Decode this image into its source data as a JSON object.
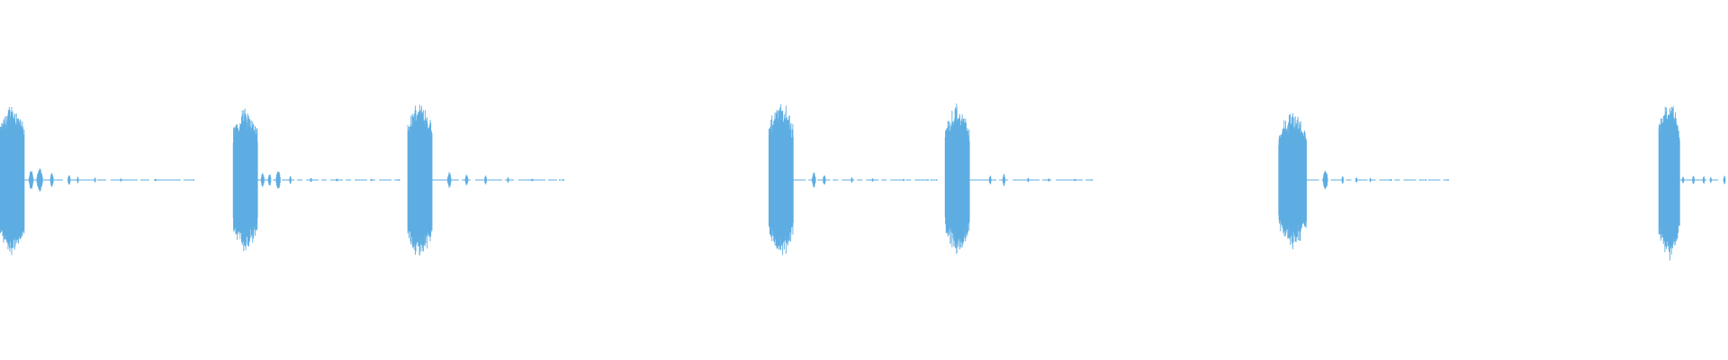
{
  "waveform": {
    "color": "#5DADE2",
    "background": "#ffffff",
    "duration_units": 1000,
    "bursts": [
      {
        "start": 0,
        "main_duration": 14,
        "main_amplitude": 0.92,
        "tail": [
          {
            "t": 18,
            "a": 0.12
          },
          {
            "t": 23,
            "a": 0.16
          },
          {
            "t": 30,
            "a": 0.09
          },
          {
            "t": 40,
            "a": 0.07
          },
          {
            "t": 45,
            "a": 0.04
          },
          {
            "t": 55,
            "a": 0.03
          },
          {
            "t": 70,
            "a": 0.02
          },
          {
            "t": 90,
            "a": 0.015
          },
          {
            "t": 112,
            "a": 0.01
          }
        ]
      },
      {
        "start": 135,
        "main_duration": 14,
        "main_amplitude": 0.88,
        "tail": [
          {
            "t": 17,
            "a": 0.09
          },
          {
            "t": 21,
            "a": 0.08
          },
          {
            "t": 26,
            "a": 0.12
          },
          {
            "t": 33,
            "a": 0.05
          },
          {
            "t": 45,
            "a": 0.03
          },
          {
            "t": 60,
            "a": 0.02
          },
          {
            "t": 80,
            "a": 0.015
          },
          {
            "t": 96,
            "a": 0.01
          }
        ]
      },
      {
        "start": 236,
        "main_duration": 14,
        "main_amplitude": 0.96,
        "tail": [
          {
            "t": 24,
            "a": 0.1
          },
          {
            "t": 34,
            "a": 0.08
          },
          {
            "t": 45,
            "a": 0.06
          },
          {
            "t": 58,
            "a": 0.04
          },
          {
            "t": 72,
            "a": 0.02
          },
          {
            "t": 88,
            "a": 0.01
          },
          {
            "t": 90,
            "a": 0.01
          }
        ]
      },
      {
        "start": 445,
        "main_duration": 14,
        "main_amplitude": 0.94,
        "tail": [
          {
            "t": 26,
            "a": 0.1
          },
          {
            "t": 32,
            "a": 0.07
          },
          {
            "t": 48,
            "a": 0.04
          },
          {
            "t": 60,
            "a": 0.02
          },
          {
            "t": 78,
            "a": 0.015
          },
          {
            "t": 92,
            "a": 0.01
          },
          {
            "t": 97,
            "a": 0.01
          }
        ]
      },
      {
        "start": 547,
        "main_duration": 14,
        "main_amplitude": 0.9,
        "tail": [
          {
            "t": 26,
            "a": 0.06
          },
          {
            "t": 34,
            "a": 0.07
          },
          {
            "t": 48,
            "a": 0.03
          },
          {
            "t": 60,
            "a": 0.02
          },
          {
            "t": 75,
            "a": 0.015
          },
          {
            "t": 85,
            "a": 0.01
          }
        ]
      },
      {
        "start": 740,
        "main_duration": 16,
        "main_amplitude": 0.82,
        "tail": [
          {
            "t": 27,
            "a": 0.13
          },
          {
            "t": 37,
            "a": 0.05
          },
          {
            "t": 45,
            "a": 0.04
          },
          {
            "t": 53,
            "a": 0.03
          },
          {
            "t": 65,
            "a": 0.015
          },
          {
            "t": 85,
            "a": 0.01
          },
          {
            "t": 98,
            "a": 0.01
          }
        ]
      },
      {
        "start": 960,
        "main_duration": 12,
        "main_amplitude": 0.95,
        "tail": [
          {
            "t": 14,
            "a": 0.05
          },
          {
            "t": 20,
            "a": 0.06
          },
          {
            "t": 26,
            "a": 0.05
          },
          {
            "t": 30,
            "a": 0.04
          },
          {
            "t": 38,
            "a": 0.05
          }
        ]
      }
    ]
  }
}
